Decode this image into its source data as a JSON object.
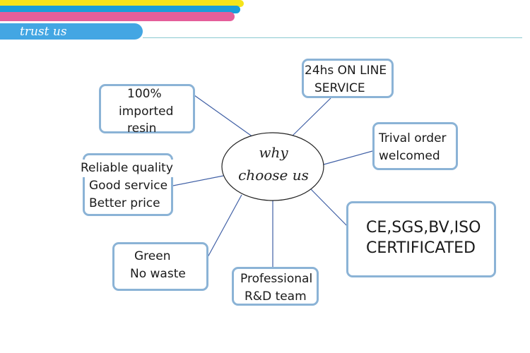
{
  "header": {
    "banner_text": "trust us"
  },
  "hub": {
    "line1": "why",
    "line2": "choose us"
  },
  "nodes": {
    "resin": {
      "lines": [
        "100%",
        "imported",
        "resin"
      ]
    },
    "service": {
      "lines": [
        "24hs ON LINE",
        "SERVICE"
      ]
    },
    "trial": {
      "lines": [
        "Trival order",
        "welcomed"
      ]
    },
    "quality": {
      "lines": [
        "Reliable quality",
        "Good service",
        "Better price"
      ]
    },
    "certs": {
      "lines": [
        "CE,SGS,BV,ISO",
        "CERTIFICATED"
      ]
    },
    "green": {
      "lines": [
        "Green",
        "No waste"
      ]
    },
    "rnd": {
      "lines": [
        "Professional",
        "R&D team"
      ]
    }
  },
  "colors": {
    "stripe_yellow": "#f5e41a",
    "stripe_blue": "#1a9ed9",
    "stripe_pink": "#e55e9a",
    "banner": "#43a6e3",
    "node_border": "#8bb3d6",
    "connector": "#3f5fa5"
  }
}
